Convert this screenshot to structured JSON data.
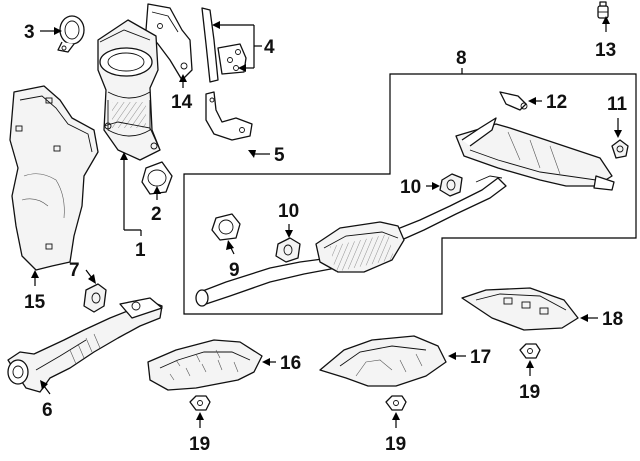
{
  "callouts": {
    "c1": "1",
    "c2": "2",
    "c3": "3",
    "c4": "4",
    "c5": "5",
    "c6": "6",
    "c7": "7",
    "c8": "8",
    "c9": "9",
    "c10": "10",
    "c11": "11",
    "c12": "12",
    "c13": "13",
    "c14": "14",
    "c15": "15",
    "c16": "16",
    "c17": "17",
    "c18": "18",
    "c19a": "19",
    "c19b": "19",
    "c19c": "19"
  }
}
